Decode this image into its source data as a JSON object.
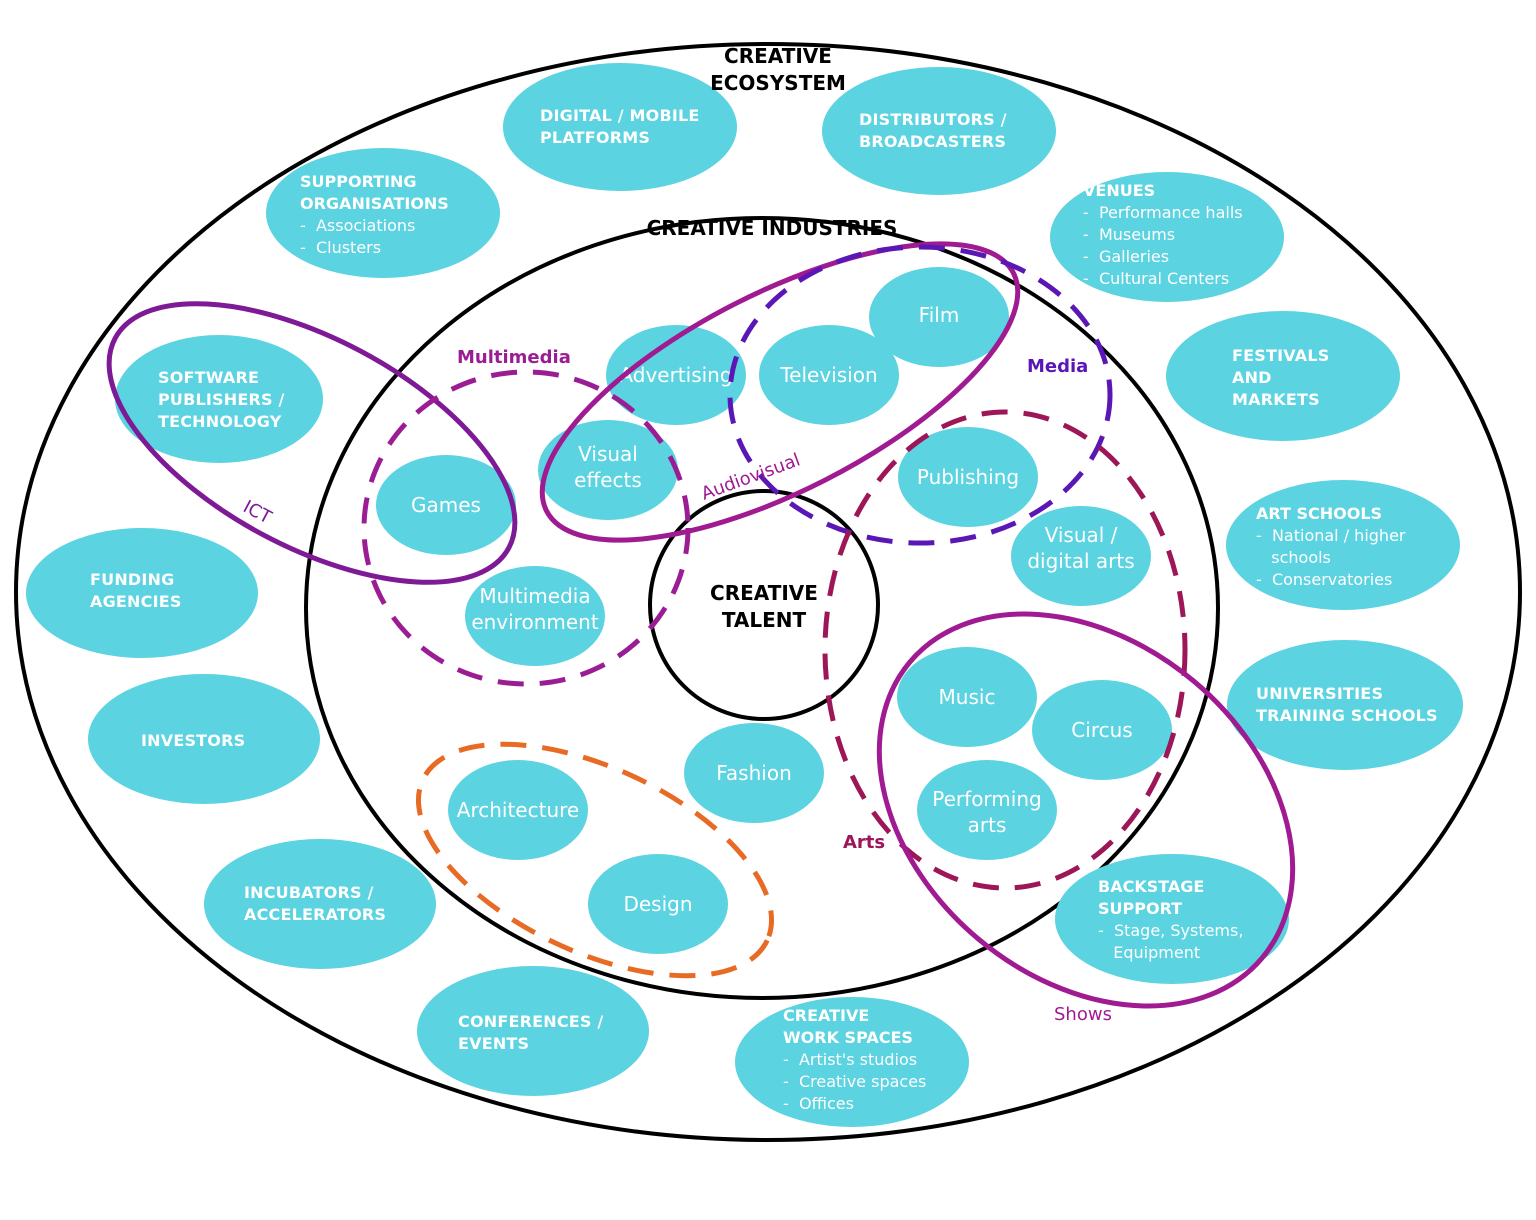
{
  "colors": {
    "bubble": "#5bd3e0",
    "ict": "#7e1a96",
    "multimedia": "#9b1d94",
    "audiovisual": "#a01a92",
    "media": "#5a17b5",
    "arts": "#9c1658",
    "shows": "#a01a92",
    "design_group": "#e86b25"
  },
  "titles": {
    "ecosystem": [
      "CREATIVE",
      "ECOSYSTEM"
    ],
    "industries": "CREATIVE INDUSTRIES",
    "talent": [
      "CREATIVE",
      "TALENT"
    ]
  },
  "ecosystem_bubbles": {
    "digital": {
      "title": [
        "DIGITAL / MOBILE",
        "PLATFORMS"
      ],
      "items": []
    },
    "distributors": {
      "title": [
        "DISTRIBUTORS /",
        "BROADCASTERS"
      ],
      "items": []
    },
    "supporting": {
      "title": [
        "SUPPORTING",
        "ORGANISATIONS"
      ],
      "items": [
        "-  Associations",
        "-  Clusters"
      ]
    },
    "venues": {
      "title": [
        "VENUES"
      ],
      "items": [
        "-  Performance halls",
        "-  Museums",
        "-  Galleries",
        "-  Cultural Centers"
      ]
    },
    "software": {
      "title": [
        "SOFTWARE",
        "PUBLISHERS /",
        "TECHNOLOGY"
      ],
      "items": []
    },
    "festivals": {
      "title": [
        "FESTIVALS",
        "AND",
        "MARKETS"
      ],
      "items": []
    },
    "art_schools": {
      "title": [
        "ART SCHOOLS"
      ],
      "items": [
        "-  National / higher",
        "   schools",
        "-  Conservatories"
      ]
    },
    "funding": {
      "title": [
        "FUNDING",
        "AGENCIES"
      ],
      "items": []
    },
    "universities": {
      "title": [
        "UNIVERSITIES",
        "TRAINING SCHOOLS"
      ],
      "items": []
    },
    "investors": {
      "title": [
        "INVESTORS"
      ],
      "items": []
    },
    "incubators": {
      "title": [
        "INCUBATORS /",
        "ACCELERATORS"
      ],
      "items": []
    },
    "backstage": {
      "title": [
        "BACKSTAGE",
        "SUPPORT"
      ],
      "items": [
        "-  Stage, Systems,",
        "   Equipment"
      ]
    },
    "conferences": {
      "title": [
        "CONFERENCES /",
        "EVENTS"
      ],
      "items": []
    },
    "workspaces": {
      "title": [
        "CREATIVE",
        "WORK SPACES"
      ],
      "items": [
        "-  Artist's studios",
        "-  Creative spaces",
        "-  Offices"
      ]
    }
  },
  "industry_bubbles": {
    "film": [
      "Film"
    ],
    "television": [
      "Television"
    ],
    "advertising": [
      "Advertising"
    ],
    "visual_effects": [
      "Visual",
      "effects"
    ],
    "games": [
      "Games"
    ],
    "publishing": [
      "Publishing"
    ],
    "visual_digital_arts": [
      "Visual /",
      "digital arts"
    ],
    "multimedia_env": [
      "Multimedia",
      "environment"
    ],
    "music": [
      "Music"
    ],
    "circus": [
      "Circus"
    ],
    "performing_arts": [
      "Performing",
      "arts"
    ],
    "fashion": [
      "Fashion"
    ],
    "architecture": [
      "Architecture"
    ],
    "design": [
      "Design"
    ]
  },
  "group_labels": {
    "ict": "ICT",
    "multimedia": "Multimedia",
    "audiovisual": "Audiovisual",
    "media": "Media",
    "arts": "Arts",
    "shows": "Shows"
  }
}
